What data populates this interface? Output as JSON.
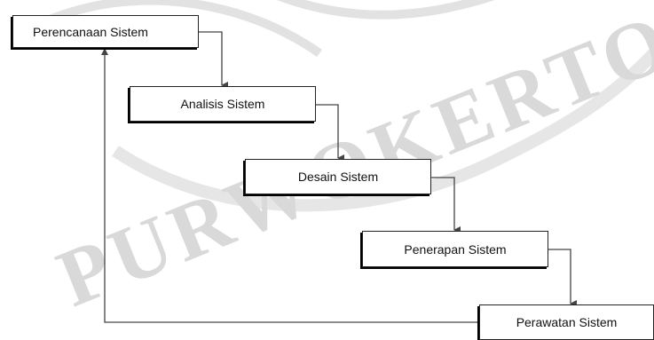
{
  "watermark": {
    "text": "PURWOKERTO"
  },
  "steps": [
    {
      "label": "Perencanaan Sistem"
    },
    {
      "label": "Analisis Sistem"
    },
    {
      "label": "Desain Sistem"
    },
    {
      "label": "Penerapan Sistem"
    },
    {
      "label": "Perawatan Sistem"
    }
  ],
  "colors": {
    "line": "#444444",
    "box_border": "#222222",
    "watermark": "#d9d9d9"
  }
}
